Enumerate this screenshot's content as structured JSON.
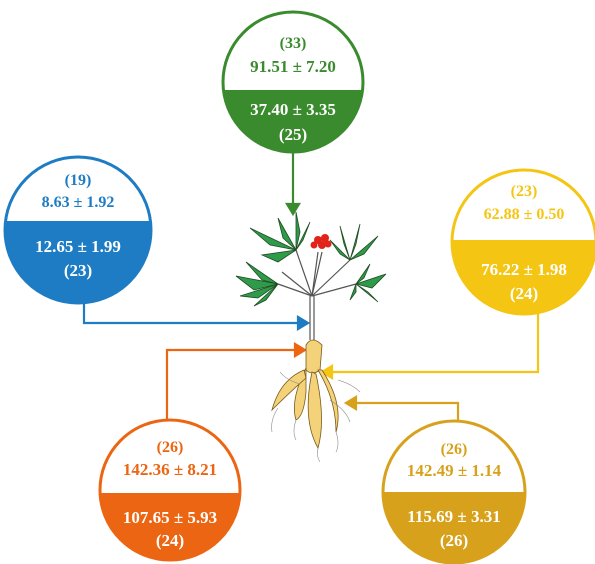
{
  "nodes": [
    {
      "key": "green",
      "color": "#3a8a2e",
      "top_count": "(33)",
      "top_value": "91.51 ± 7.20",
      "bottom_value": "37.40 ± 3.35",
      "bottom_count": "(25)"
    },
    {
      "key": "blue",
      "color": "#1d7cc3",
      "top_count": "(19)",
      "top_value": "8.63 ± 1.92",
      "bottom_value": "12.65 ± 1.99",
      "bottom_count": "(23)"
    },
    {
      "key": "yellow",
      "color": "#f5c514",
      "top_count": "(23)",
      "top_value": "62.88 ± 0.50",
      "bottom_value": "76.22 ± 1.98",
      "bottom_count": "(24)"
    },
    {
      "key": "orange",
      "color": "#ec6512",
      "top_count": "(26)",
      "top_value": "142.36 ± 8.21",
      "bottom_value": "107.65 ± 5.93",
      "bottom_count": "(24)"
    },
    {
      "key": "gold",
      "color": "#d8a11c",
      "top_count": "(26)",
      "top_value": "142.49 ± 1.14",
      "bottom_value": "115.69 ± 3.31",
      "bottom_count": "(26)"
    }
  ],
  "plant": {
    "leaf_color": "#2f9a4a",
    "berry_color": "#e2231a",
    "root_color": "#f3d27a"
  }
}
